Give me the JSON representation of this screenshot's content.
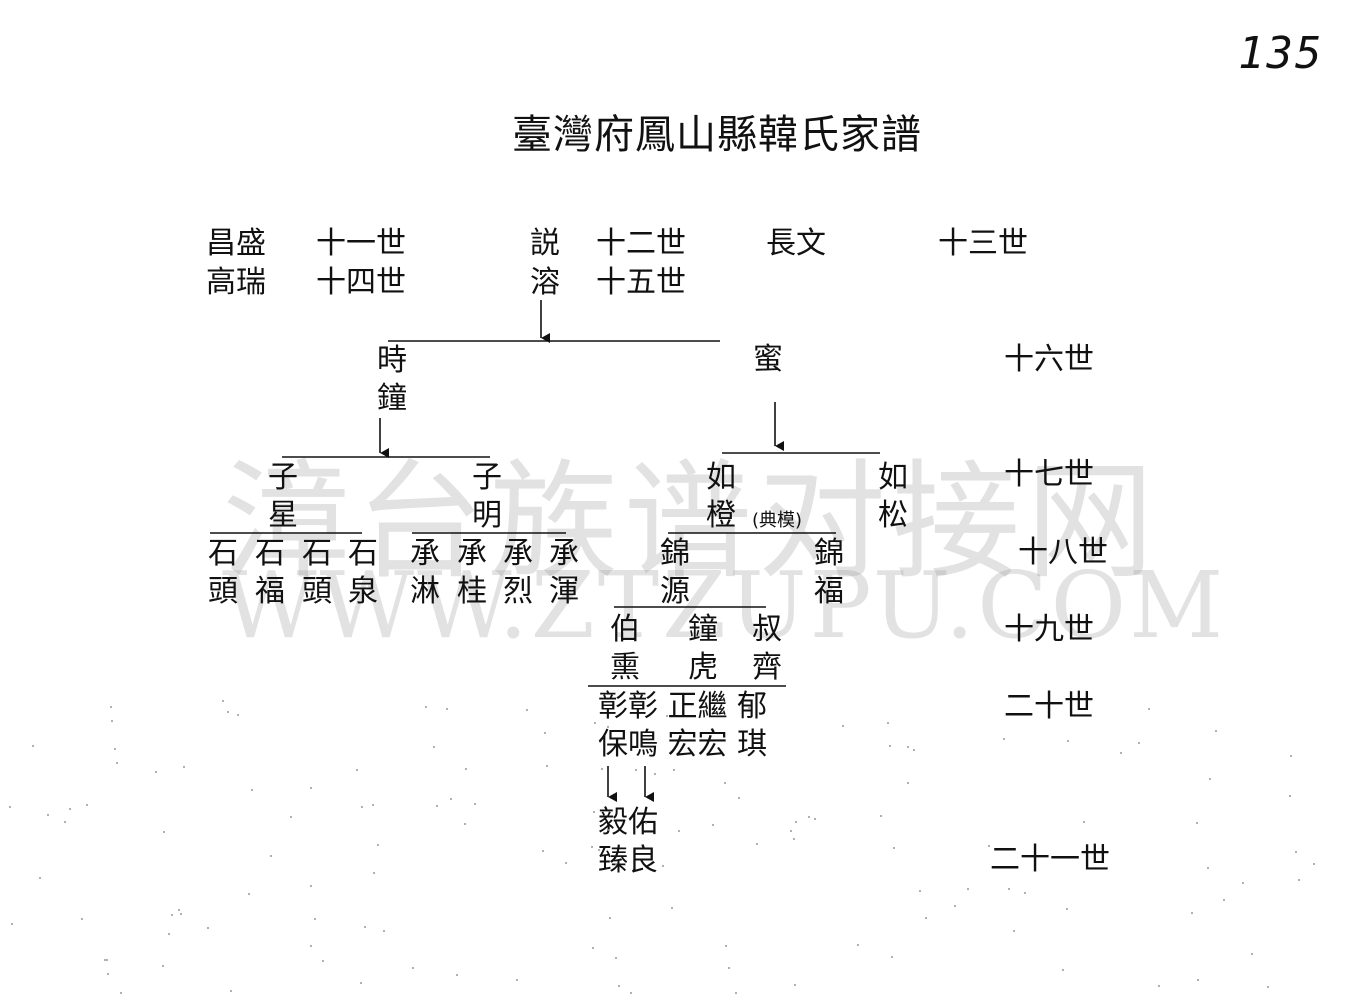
{
  "page_number": "135",
  "title": "臺灣府鳳山縣韓氏家譜",
  "watermark": {
    "line1": "漳台族谱对接网",
    "line2": "WWW.ZTZUPU.COM"
  },
  "header_generations": {
    "g11_name": "昌盛",
    "g11_label": "十一世",
    "g12_name": "説",
    "g12_label": "十二世",
    "g13_name": "長文",
    "g13_label": "十三世",
    "g14_name": "高瑞",
    "g14_label": "十四世",
    "g15_name": "溶",
    "g15_label": "十五世"
  },
  "generation_labels": {
    "g16": "十六世",
    "g17": "十七世",
    "g18": "十八世",
    "g19": "十九世",
    "g20": "二十世",
    "g21": "二十一世"
  },
  "members": {
    "shizhong": "時鐘",
    "mi": "蜜",
    "zixing": "子星",
    "ziming": "子明",
    "rucheng": "如橙",
    "rucheng_note": "(典模)",
    "rusong": "如松",
    "shitou1": "石頭",
    "shifu": "石福",
    "shitou2": "石頭",
    "shiquan": "石泉",
    "chenglin": "承淋",
    "chenggui": "承桂",
    "chenglie": "承烈",
    "chenghun": "承渾",
    "jinyuan": "錦源",
    "jinfu": "錦福",
    "boxun": "伯熏",
    "zhonghu": "鐘虎",
    "shuqi": "叔齊",
    "g20_row1": "彰彰 正繼 郁",
    "g20_row2": "保鳴 宏宏 琪",
    "g21_row1": "毅佑",
    "g21_row2": "臻良"
  }
}
